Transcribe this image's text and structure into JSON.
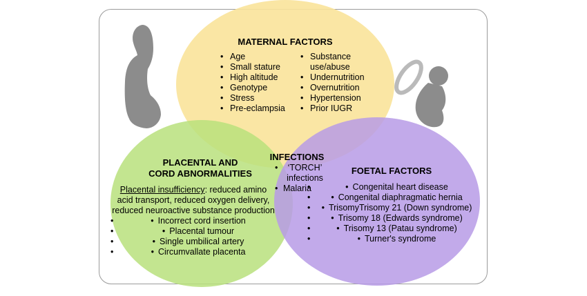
{
  "maternal": {
    "title": "MATERNAL FACTORS",
    "col1": [
      "Age",
      "Small stature",
      "High altitude",
      "Genotype",
      "Stress",
      "Pre-eclampsia"
    ],
    "col2": [
      "Substance use/abuse",
      "Undernutrition",
      "Overnutrition",
      "Hypertension",
      "Prior IUGR"
    ]
  },
  "placental": {
    "title_line1": "PLACENTAL AND",
    "title_line2": "CORD ABNORMALITIES",
    "insufficiency_label": "Placental insufficiency",
    "insufficiency_text_1": ": reduced amino",
    "insufficiency_text_2": "acid transport, reduced oxygen delivery,",
    "insufficiency_text_3": "reduced neuroactive substance production",
    "items": [
      "Incorrect cord insertion",
      "Placental tumour",
      "Single umbilical artery",
      "Circumvallate placenta"
    ]
  },
  "infections": {
    "title": "INFECTIONS",
    "item1_line1": "‘TORCH’",
    "item1_line2": "infections",
    "item2": "Malaria"
  },
  "foetal": {
    "title": "FOETAL FACTORS",
    "items": [
      "Congenital heart disease",
      "Congenital diaphragmatic hernia",
      "TrisomyTrisomy 21 (Down syndrome)",
      "Trisomy 18 (Edwards syndrome)",
      "Trisomy 13 (Patau syndrome)",
      "Turner's syndrome"
    ]
  },
  "colors": {
    "maternal": "#f9e39a",
    "placental": "#b9e07d",
    "foetal": "#b79be6",
    "silhouette": "#8c8c8c",
    "frame": "#9a9a9a"
  }
}
